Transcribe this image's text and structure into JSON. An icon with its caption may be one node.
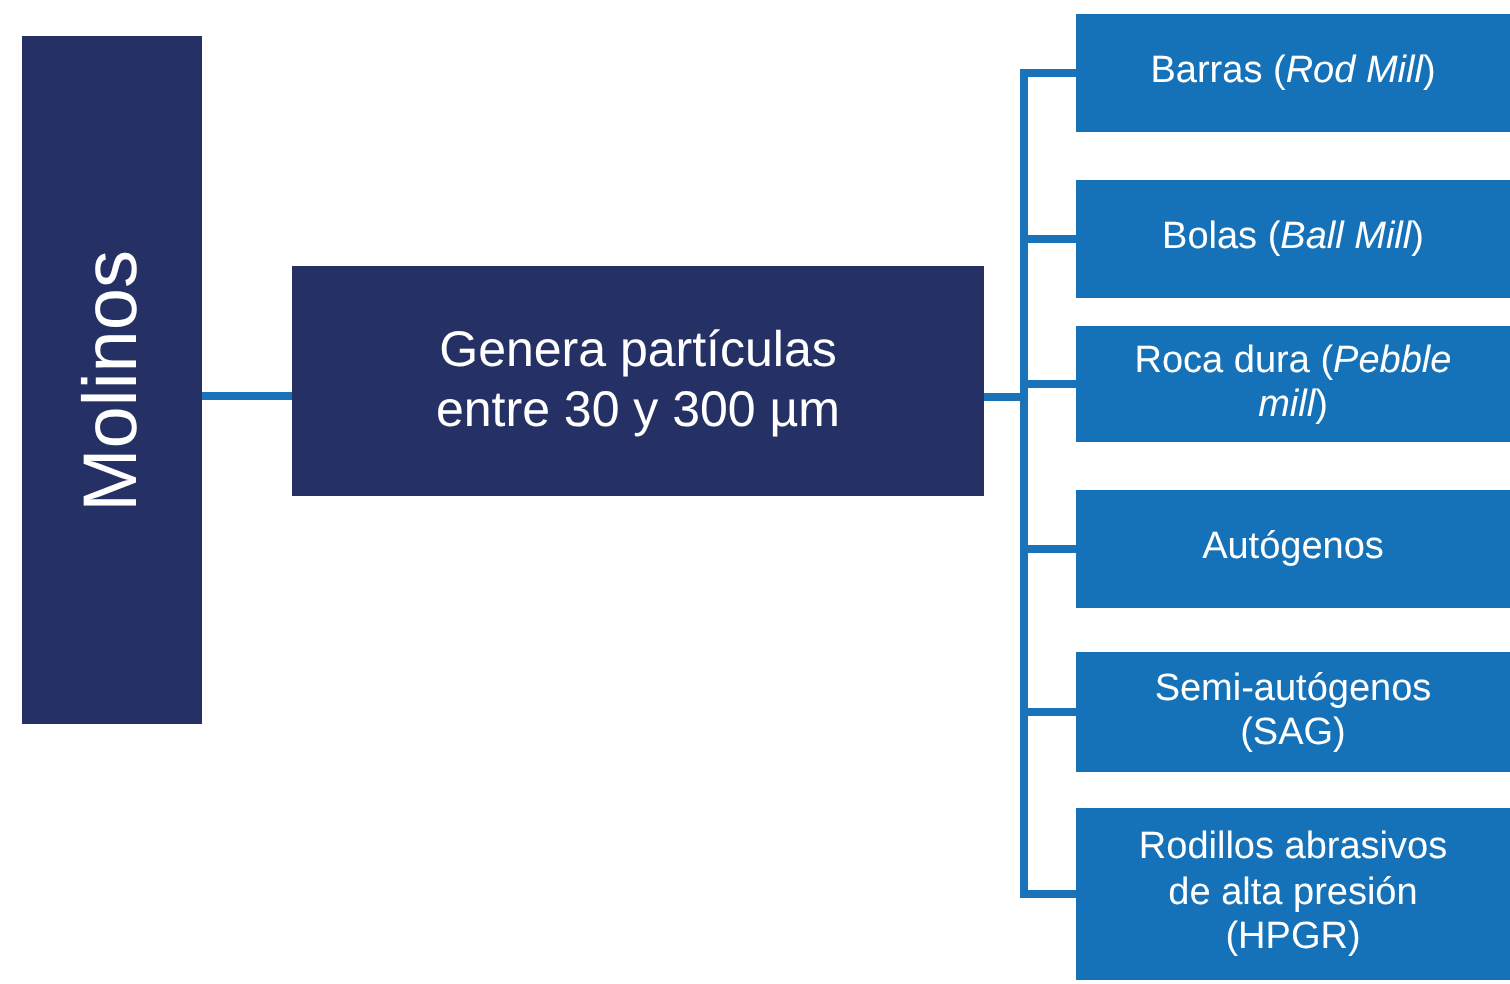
{
  "diagram": {
    "nodes": [
      {
        "text": [
          "Molinos"
        ]
      },
      {
        "text": [
          "Genera partículas entre 30 y 300 µm"
        ]
      },
      {
        "text": [
          "Barras (*Rod Mill*)"
        ]
      },
      {
        "text": [
          "Bolas (*Ball Mill*)"
        ]
      },
      {
        "text": [
          "Roca dura (*Pebble mill*)"
        ]
      },
      {
        "text": [
          "Autógenos"
        ]
      },
      {
        "text": [
          "Semi-autógenos (SAG)"
        ]
      },
      {
        "text": [
          "Rodillos abrasivos de alta presión (HPGR)"
        ]
      }
    ],
    "edges": [
      {
        "from": 0,
        "to": 1,
        "arrow": "none"
      },
      {
        "from": 1,
        "to": 2,
        "arrow": "none"
      },
      {
        "from": 1,
        "to": 3,
        "arrow": "none"
      },
      {
        "from": 1,
        "to": 4,
        "arrow": "none"
      },
      {
        "from": 1,
        "to": 5,
        "arrow": "none"
      },
      {
        "from": 1,
        "to": 6,
        "arrow": "none"
      },
      {
        "from": 1,
        "to": 7,
        "arrow": "none"
      }
    ]
  }
}
